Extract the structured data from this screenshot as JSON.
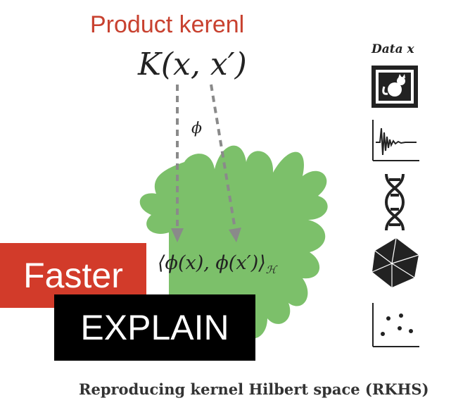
{
  "title": "Product kerenl",
  "kernel_label": "K(x, x′)",
  "map_label": "ϕ",
  "inner_product_label": "⟨ϕ(x), ϕ(x′)⟩",
  "inner_product_subscript": "ℋ",
  "data_label": "Data x",
  "caption": "Reproducing kernel Hilbert space (RKHS)",
  "badge_faster": "Faster",
  "badge_explain": "EXPLAIN",
  "data_icons": [
    "cat-stamp-icon",
    "waveform-icon",
    "dna-icon",
    "polyhedron-icon",
    "scatter-plot-icon"
  ],
  "colors": {
    "title": "#c8412f",
    "blob": "#7cc06a",
    "arrow": "#8a8a8a",
    "faster_bg": "#d23b2a",
    "explain_bg": "#000000"
  }
}
